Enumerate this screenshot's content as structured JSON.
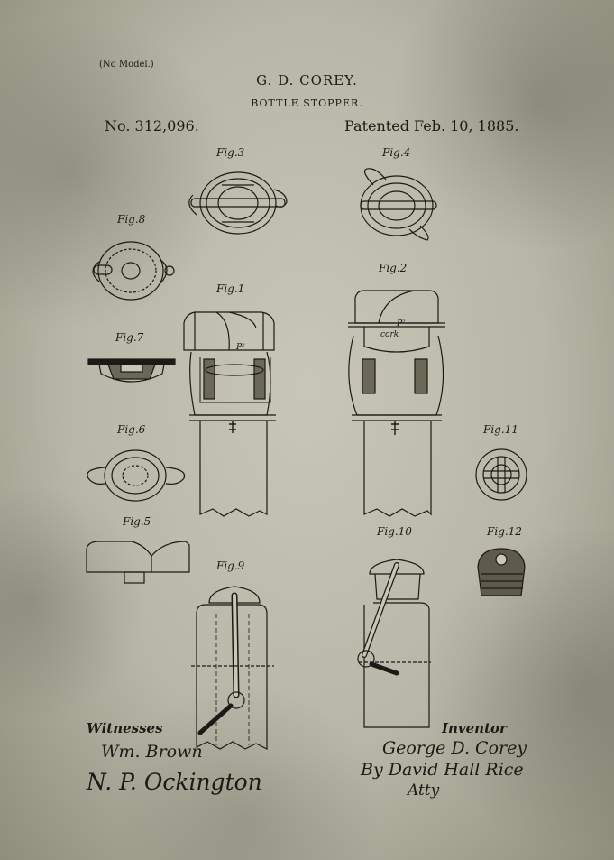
{
  "header": {
    "no_model": "(No Model.)",
    "inventor_name": "G. D. COREY.",
    "title": "BOTTLE STOPPER.",
    "patent_number": "No. 312,096.",
    "patented_date": "Patented Feb. 10, 1885."
  },
  "figures": [
    {
      "label": "Fig.1"
    },
    {
      "label": "Fig.2"
    },
    {
      "label": "Fig.3"
    },
    {
      "label": "Fig.4"
    },
    {
      "label": "Fig.5"
    },
    {
      "label": "Fig.6"
    },
    {
      "label": "Fig.7"
    },
    {
      "label": "Fig.8"
    },
    {
      "label": "Fig.9"
    },
    {
      "label": "Fig.10"
    },
    {
      "label": "Fig.11"
    },
    {
      "label": "Fig.12"
    }
  ],
  "annotations": {
    "cork": "cork",
    "p2": "P²"
  },
  "footer": {
    "witnesses_label": "Witnesses",
    "inventor_label": "Inventor",
    "witness_1": "Wm. Brown",
    "witness_2": "N. P. Ockington",
    "inventor_signature": "George D. Corey",
    "attorney_signature": "By David Hall Rice",
    "attorney_title": "Atty"
  },
  "colors": {
    "ink": "#1b1a16",
    "paper": "#bab8a9"
  }
}
